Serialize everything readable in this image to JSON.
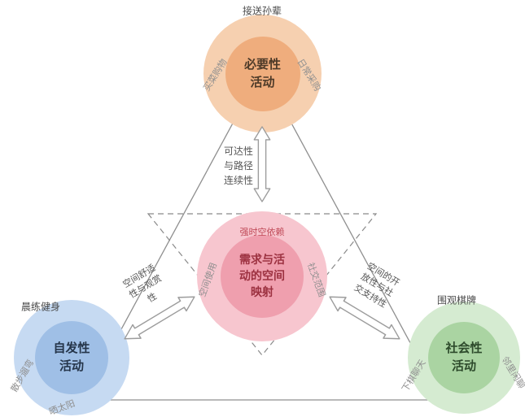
{
  "top": {
    "tag": "接送孙辈",
    "title": "必要性\n活动",
    "ring_left": "买菜购物",
    "ring_right": "日常采购"
  },
  "center": {
    "tag": "强时空依赖",
    "title": "需求与活\n动的空间\n映射",
    "ring_left": "空间使用",
    "ring_right": "社交范围"
  },
  "bottom_left": {
    "tag": "晨练健身",
    "title": "自发性\n活动",
    "ring_left": "散步遛弯",
    "ring_bottom": "晒太阳"
  },
  "bottom_right": {
    "tag": "围观棋牌",
    "title": "社会性\n活动",
    "ring_left": "下棋聊天",
    "ring_right": "邻里闲聊"
  },
  "arrows": {
    "vertical": "可达性\n与路径\n连续性",
    "left": "空间舒适\n性与观赏\n性",
    "right": "空间的开\n放性与社\n交支持性"
  },
  "colors": {
    "necessary_orange": "#efad7d",
    "mapping_pink": "#ef9fae",
    "spontaneous_blue": "#9fbfe6",
    "social_green": "#aad4a2",
    "line_gray": "#8f8f8f"
  }
}
